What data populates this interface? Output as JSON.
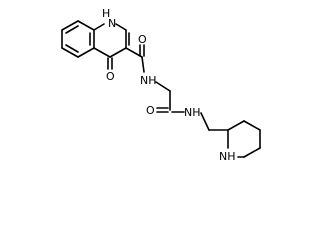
{
  "molecule": {
    "atom_labels": {
      "ring_nh": "H",
      "ring_n": "N",
      "ketone_o": "O",
      "amide1_o": "O",
      "amide1_nh": "NH",
      "amide2_o": "O",
      "amide2_nh": "NH",
      "pip_nh": "NH"
    }
  }
}
